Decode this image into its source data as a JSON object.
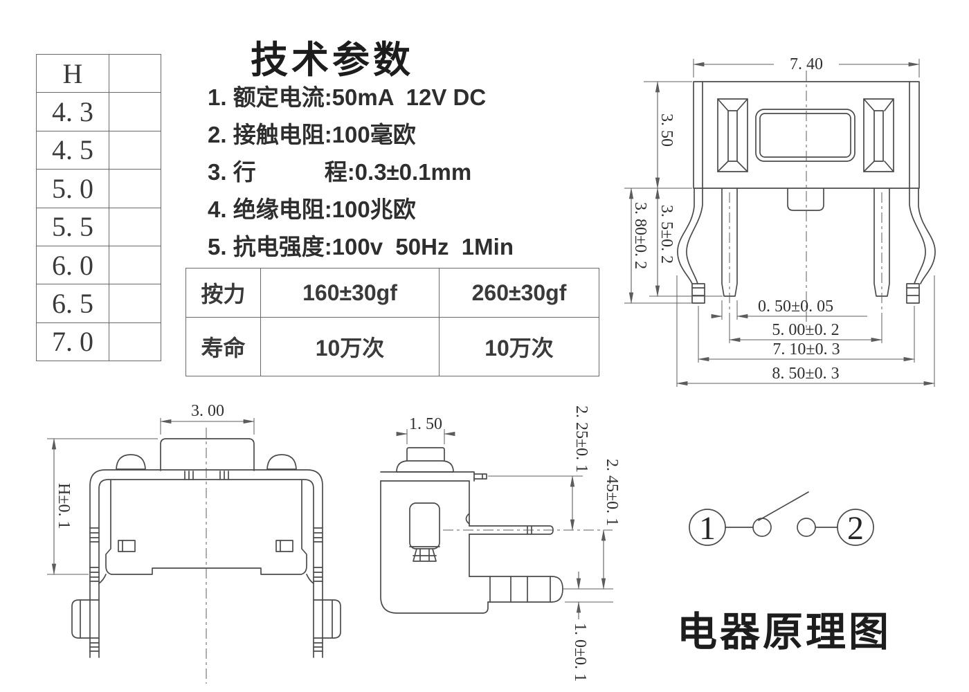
{
  "style": {
    "ink": "#4b4b4b",
    "dim_ink": "#5c5c5c",
    "text_ink": "#2f2f2f",
    "bg": "#ffffff"
  },
  "h_table": {
    "header": "H",
    "rows": [
      "4. 3",
      "4. 5",
      "5. 0",
      "5. 5",
      "6. 0",
      "6. 5",
      "7. 0"
    ]
  },
  "tech_params": {
    "title": "技术参数",
    "items": [
      "1. 额定电流:50mA  12V DC",
      "2. 接触电阻:100毫欧",
      "3. 行　　　程:0.3±0.1mm",
      "4. 绝缘电阻:100兆欧",
      "5. 抗电强度:100v  50Hz  1Min"
    ]
  },
  "spec_table": {
    "rows": [
      {
        "label": "按力",
        "col1": "160±30gf",
        "col2": "260±30gf"
      },
      {
        "label": "寿命",
        "col1": "10万次",
        "col2": "10万次"
      }
    ]
  },
  "top_view": {
    "dim_width": "7. 40",
    "dim_body_h": "3. 50",
    "dim_pin_h": "3. 5±0. 2",
    "dim_leg_h": "3. 80±0. 2",
    "dim_pin_w": "0. 50±0. 05",
    "dim_pin_span": "5. 00±0. 2",
    "dim_feet_span": "7. 10±0. 3",
    "dim_overall": "8. 50±0. 3"
  },
  "front_view": {
    "dim_button_w": "3. 00",
    "dim_height": "H±0. 1"
  },
  "side_view": {
    "dim_button_w": "1. 50",
    "dim_upper": "2. 25±0. 1",
    "dim_lower": "2. 45±0. 1",
    "dim_pin": "1. 0±0. 1"
  },
  "schematic": {
    "title": "电器原理图",
    "t1": "1",
    "t2": "2"
  }
}
